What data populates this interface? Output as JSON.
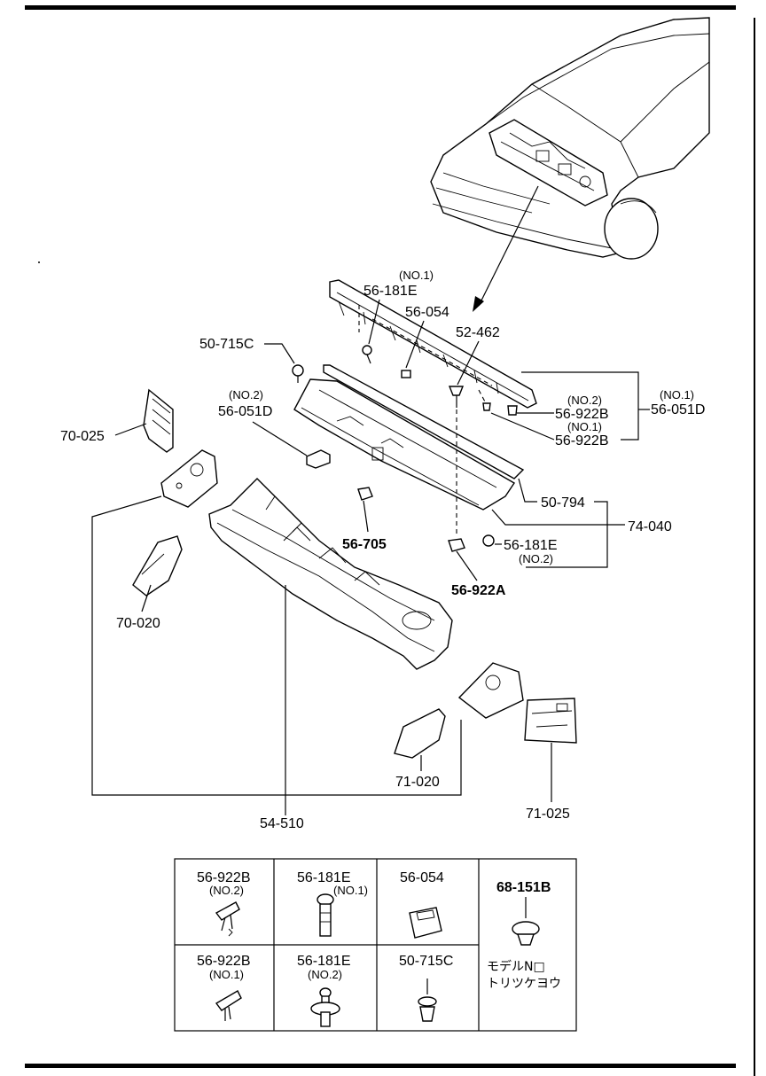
{
  "callouts": {
    "c_56_181E_no1_top": {
      "note": "(NO.1)",
      "code": "56-181E"
    },
    "c_56_054": "56-054",
    "c_52_462": "52-462",
    "c_50_715C": "50-715C",
    "c_56_051D_no2": {
      "note": "(NO.2)",
      "code": "56-051D"
    },
    "c_56_051D_no1": {
      "note": "(NO.1)",
      "code": "56-051D"
    },
    "c_56_922B_no2": {
      "note": "(NO.2)",
      "code": "56-922B"
    },
    "c_56_922B_no1": {
      "note": "(NO.1)",
      "code": "56-922B"
    },
    "c_70_025": "70-025",
    "c_50_794": "50-794",
    "c_74_040": "74-040",
    "c_56_705": "56-705",
    "c_56_181E_no2": {
      "code": "56-181E",
      "note": "(NO.2)"
    },
    "c_56_922A": "56-922A",
    "c_70_020": "70-020",
    "c_71_020": "71-020",
    "c_71_025": "71-025",
    "c_54_510": "54-510"
  },
  "legend": {
    "cells": [
      {
        "code": "56-922B",
        "note": "(NO.2)"
      },
      {
        "code": "56-181E",
        "note": "(NO.1)"
      },
      {
        "code": "56-054",
        "note": ""
      },
      {
        "code": "68-151B",
        "note": "",
        "jp_line1": "モデルN□",
        "jp_line2": "トリツケヨウ"
      },
      {
        "code": "56-922B",
        "note": "(NO.1)"
      },
      {
        "code": "56-181E",
        "note": "(NO.2)"
      },
      {
        "code": "50-715C",
        "note": ""
      }
    ]
  }
}
